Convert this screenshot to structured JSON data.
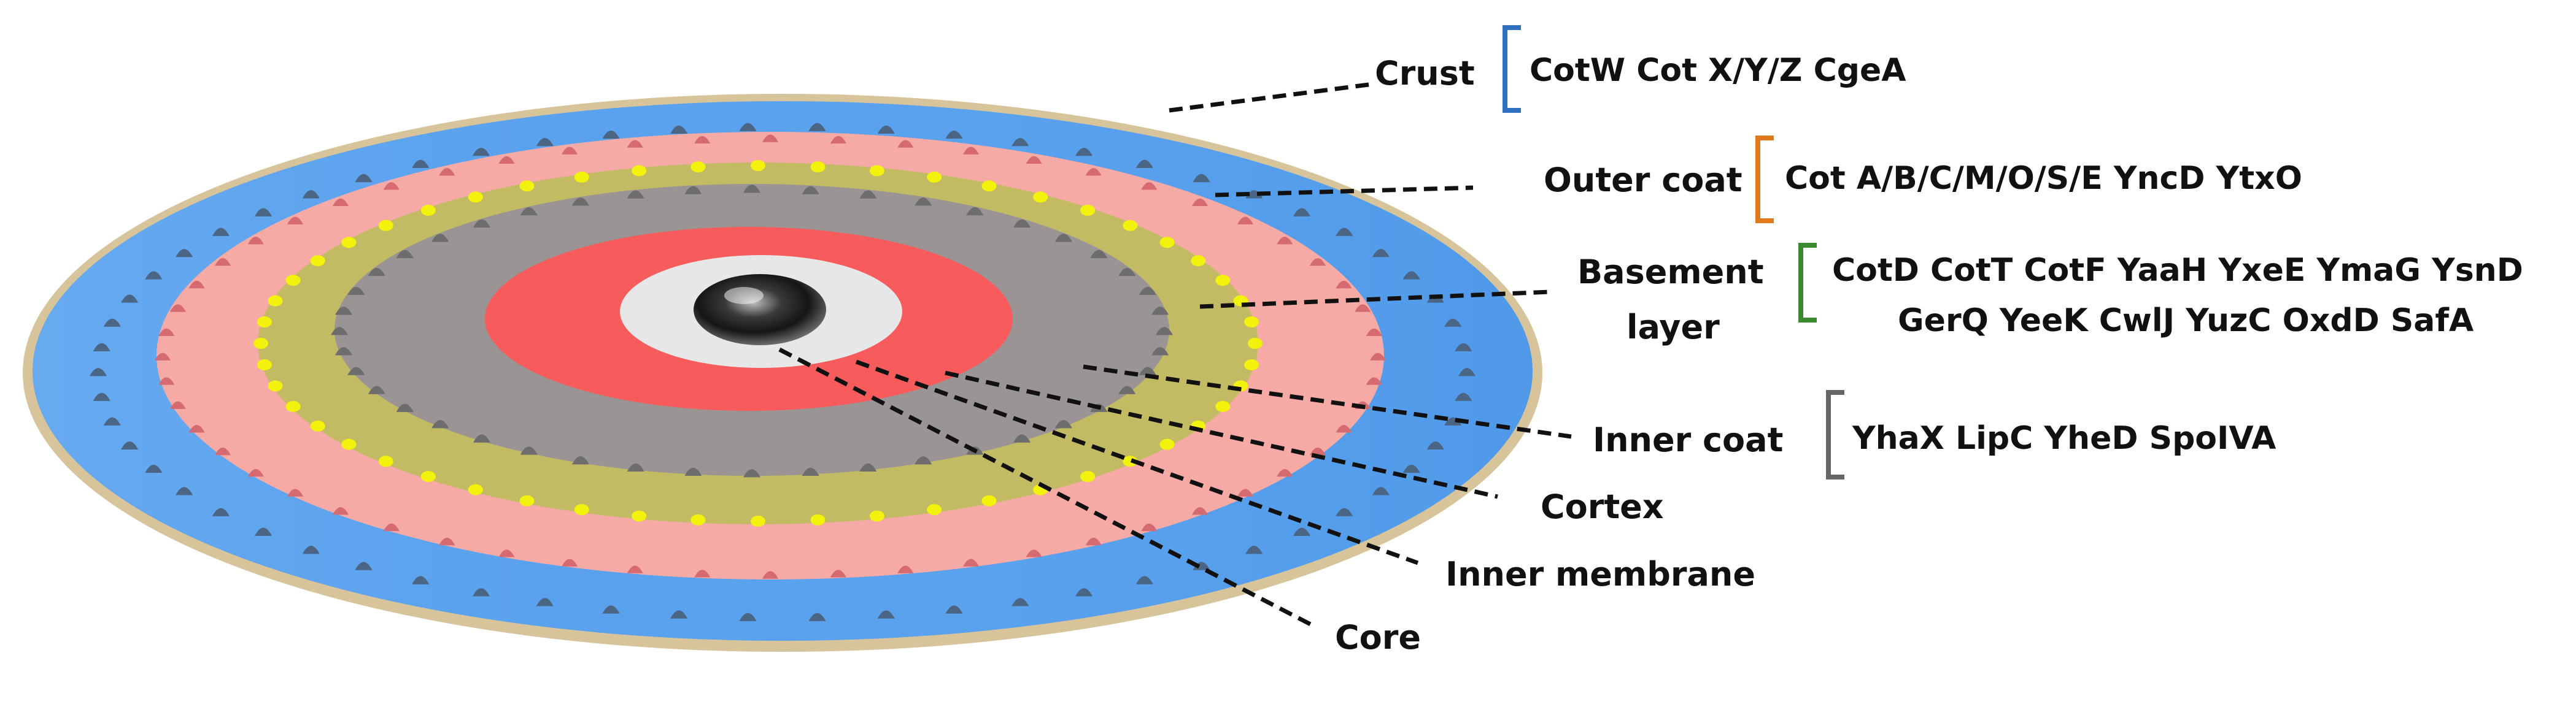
{
  "labels": {
    "crust": "Crust",
    "outer_coat": "Outer coat",
    "basement_line1": "Basement",
    "basement_line2": "layer",
    "inner_coat": "Inner coat",
    "cortex": "Cortex",
    "inner_membrane": "Inner membrane",
    "core": "Core"
  },
  "proteins": {
    "crust": "CotW Cot X/Y/Z CgeA",
    "outer_coat": "Cot A/B/C/M/O/S/E YncD YtxO",
    "basement_line1": "CotD CotT CotF YaaH YxeE  YmaG YsnD",
    "basement_line2": "GerQ YeeK CwlJ YuzC OxdD SafA",
    "inner_coat": "YhaX LipC YheD SpoIVA"
  },
  "colors": {
    "rim": "#d8c49a",
    "crust": "#5aa2ee",
    "outer_coat": "#f6aaa6",
    "basement_layer": "#c2bb64",
    "inner_coat": "#9a9494",
    "cortex": "#f75b5b",
    "inner_membrane": "#e7e7e7",
    "core": "#2a2a2a",
    "bracket_crust": "#2f6fc0",
    "bracket_outer_coat": "#e07a1f",
    "bracket_basement": "#3c8a2f",
    "bracket_inner_coat": "#666666",
    "dots_crust": "#4b6584",
    "dots_outer": "#d56a70",
    "dots_basement": "#f2f20c",
    "dots_inner": "#6d6d6d"
  }
}
